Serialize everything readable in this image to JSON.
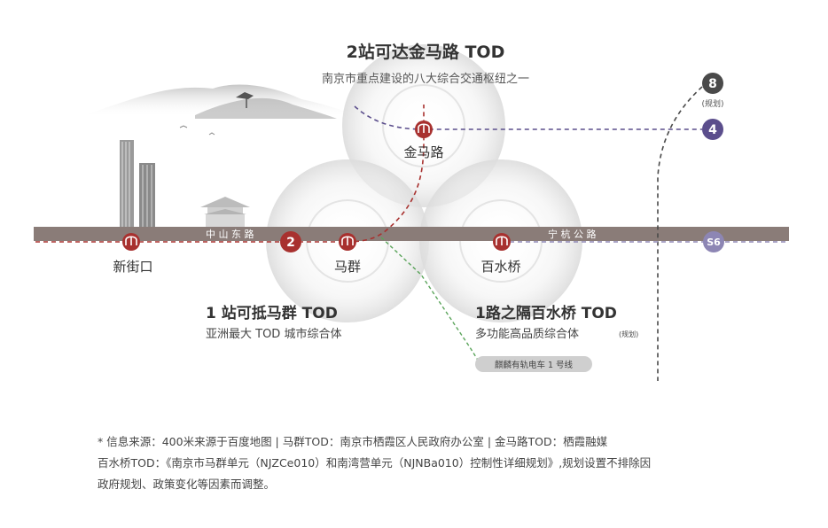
{
  "colors": {
    "brand": "#a8312f",
    "road": "#8a7c78",
    "line4": "#5b4e8c",
    "line8": "#4a4a4a",
    "s6": "#8d86b4",
    "tram": "#5aa45a"
  },
  "header": {
    "title": "2站可达金马路 TOD",
    "subtitle": "南京市重点建设的八大综合交通枢纽之一"
  },
  "roads": {
    "zhongshan": "中 山 东 路",
    "ninghang": "宁 杭 公 路"
  },
  "stations": {
    "jinmalu": "金马路",
    "xinjiekou": "新街口",
    "maqun": "马群",
    "baishuiqiao": "百水桥"
  },
  "lines": {
    "line2": "2",
    "line4": "4",
    "line8": "8",
    "line8_note": "(规划)",
    "s6": "S6",
    "tram_label": "麒麟有轨电车 1 号线"
  },
  "callouts": {
    "maqun_title": "1 站可抵马群 TOD",
    "maqun_sub": "亚洲最大 TOD 城市综合体",
    "baishui_title": "1路之隔百水桥 TOD",
    "baishui_sub": "多功能高品质综合体",
    "baishui_note": "(规划)"
  },
  "footnote": {
    "line1": "* 信息来源：400米来源于百度地图 | 马群TOD：南京市栖霞区人民政府办公室 | 金马路TOD：栖霞融媒",
    "line2": "百水桥TOD：《南京市马群单元（NJZCe010）和南湾营单元（NJNBa010）控制性详细规划》,规划设置不排除因",
    "line3": "政府规划、政策变化等因素而调整。"
  }
}
